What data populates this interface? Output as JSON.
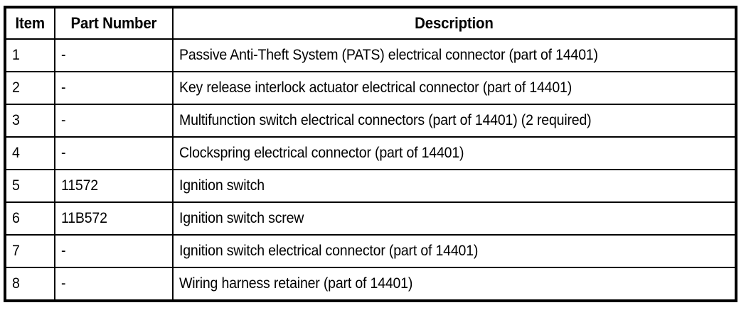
{
  "table": {
    "columns": [
      {
        "key": "item",
        "label": "Item"
      },
      {
        "key": "part_number",
        "label": "Part Number"
      },
      {
        "key": "description",
        "label": "Description"
      }
    ],
    "rows": [
      {
        "item": "1",
        "part_number": "-",
        "description": "Passive Anti-Theft System (PATS) electrical connector (part of 14401)"
      },
      {
        "item": "2",
        "part_number": "-",
        "description": "Key release interlock actuator electrical connector (part of 14401)"
      },
      {
        "item": "3",
        "part_number": "-",
        "description": "Multifunction switch electrical connectors (part of 14401) (2 required)"
      },
      {
        "item": "4",
        "part_number": "-",
        "description": "Clockspring electrical connector (part of 14401)"
      },
      {
        "item": "5",
        "part_number": "11572",
        "description": "Ignition switch"
      },
      {
        "item": "6",
        "part_number": "11B572",
        "description": "Ignition switch screw"
      },
      {
        "item": "7",
        "part_number": "-",
        "description": "Ignition switch electrical connector (part of 14401)"
      },
      {
        "item": "8",
        "part_number": "-",
        "description": "Wiring harness retainer (part of 14401)"
      }
    ]
  },
  "colors": {
    "border": "#000000",
    "text": "#000000",
    "background": "#ffffff"
  }
}
